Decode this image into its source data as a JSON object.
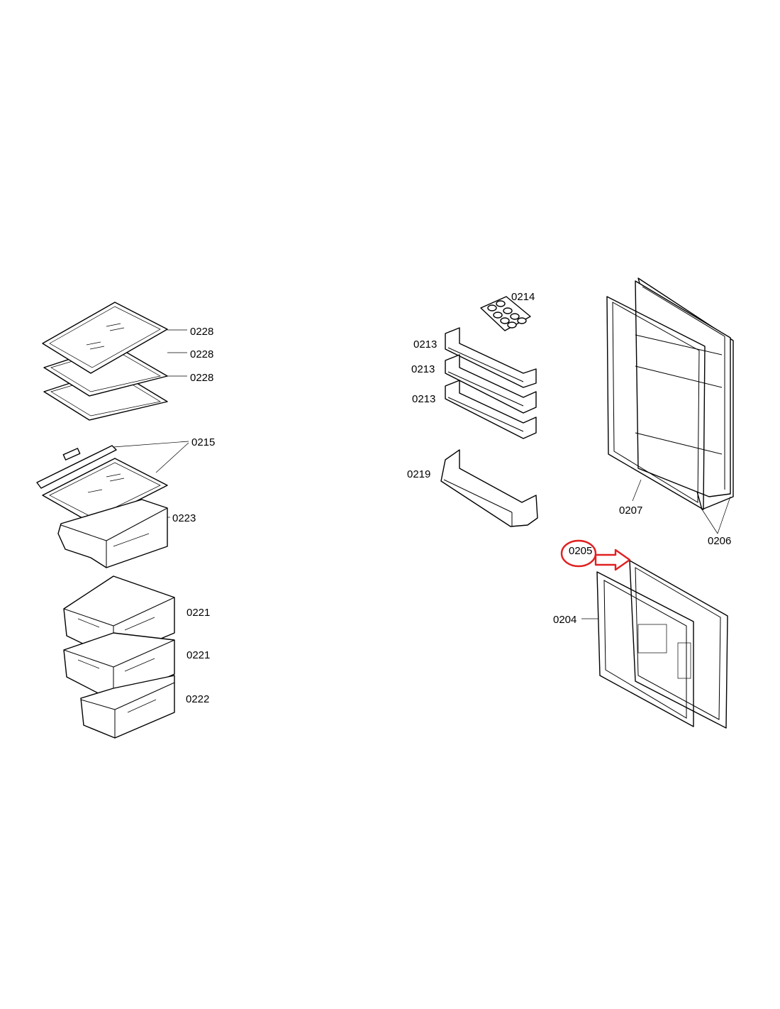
{
  "part_labels": {
    "shelf_1": "0228",
    "shelf_2": "0228",
    "shelf_3": "0228",
    "shelf_with_cover": "0215",
    "crisper_cover": "0223",
    "drawer_1": "0221",
    "drawer_2": "0221",
    "drawer_3": "0222",
    "egg_tray": "0214",
    "door_shelf_1": "0213",
    "door_shelf_2": "0213",
    "door_shelf_3": "0213",
    "bottle_shelf": "0219",
    "fridge_door_gasket": "0207",
    "fridge_door": "0206",
    "freezer_door_part": "0205",
    "freezer_door_gasket": "0204"
  },
  "highlight": {
    "circled_label": "0205",
    "color": "#e02020"
  }
}
